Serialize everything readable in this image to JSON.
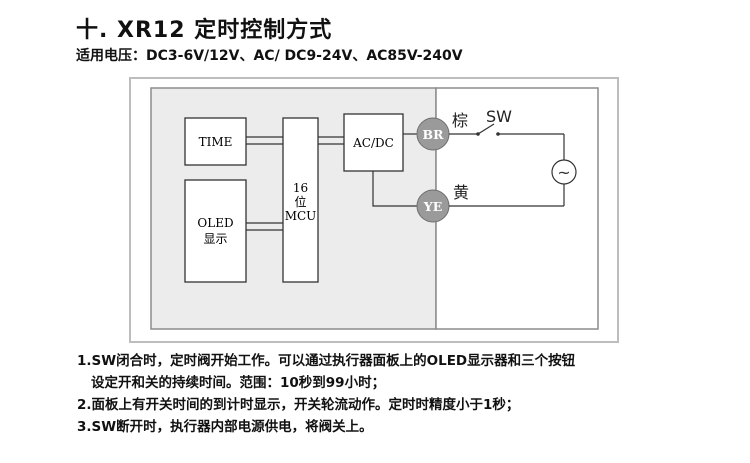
{
  "header": {
    "title": "十. XR12 定时控制方式",
    "voltage": "适用电压：DC3-6V/12V、AC/ DC9-24V、AC85V-240V"
  },
  "diagram": {
    "time_label": "TIME",
    "oled_label_1": "OLED",
    "oled_label_2": "显示",
    "mcu_label_1": "16",
    "mcu_label_2": "位",
    "mcu_label_3": "MCU",
    "acdc_label": "AC/DC",
    "br_label": "BR",
    "ye_label": "YE",
    "brown_label": "棕",
    "sw_label": "SW",
    "yellow_label": "黄",
    "source_symbol": "~"
  },
  "notes": [
    {
      "line1": "1.SW闭合时，定时阀开始工作。可以通过执行器面板上的OLED显示器和三个按钮",
      "line2": "设定开和关的持续时间。范围：10秒到99小时；"
    },
    {
      "line1": "2.面板上有开关时间的到计时显示，开关轮流动作。定时时精度小于1秒；"
    },
    {
      "line1": "3.SW断开时，执行器内部电源供电，将阀关上。"
    }
  ]
}
